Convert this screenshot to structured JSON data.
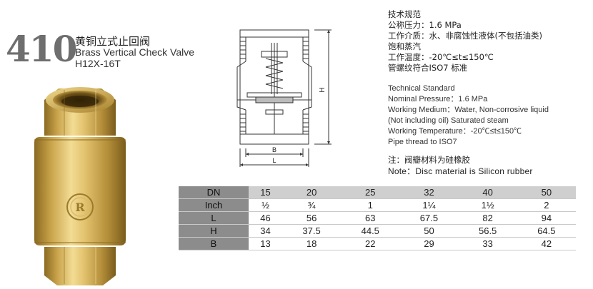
{
  "header": {
    "model_number": "410",
    "title_cn": "黄铜立式止回阀",
    "title_en": "Brass Vertical Check Valve",
    "model_code": "H12X-16T"
  },
  "specs_cn": [
    "技术规范",
    "公称压力：1.6 MPa",
    "工作介质：水、非腐蚀性液体(不包括油类)",
    "饱和蒸汽",
    "工作温度：-20℃≤t≤150℃",
    "管螺纹符合ISO7 标准"
  ],
  "specs_en": [
    "Technical Standard",
    "Nominal Pressure：1.6 MPa",
    "Working Medium：Water, Non-corrosive liquid",
    "(Not including oil) Saturated steam",
    "Working Temperature：-20℃≤t≤150℃",
    "Pipe thread to ISO7"
  ],
  "note": {
    "cn": "注：阀瓣材料为硅橡胶",
    "en": "Note：Disc material  is Silicon rubber"
  },
  "drawing": {
    "label_h": "H",
    "label_b": "B",
    "label_l": "L"
  },
  "table": {
    "rows": [
      {
        "label": "DN",
        "values": [
          "15",
          "20",
          "25",
          "32",
          "40",
          "50"
        ]
      },
      {
        "label": "Inch",
        "values": [
          "½",
          "¾",
          "1",
          "1¼",
          "1½",
          "2"
        ]
      },
      {
        "label": "L",
        "values": [
          "46",
          "56",
          "63",
          "67.5",
          "82",
          "94"
        ]
      },
      {
        "label": "H",
        "values": [
          "34",
          "37.5",
          "44.5",
          "50",
          "56.5",
          "64.5"
        ]
      },
      {
        "label": "B",
        "values": [
          "13",
          "18",
          "22",
          "29",
          "33",
          "42"
        ]
      }
    ]
  },
  "colors": {
    "brass": "#c9a34a",
    "table_header": "#cfcfcf",
    "row_label": "#8c8c8c"
  }
}
